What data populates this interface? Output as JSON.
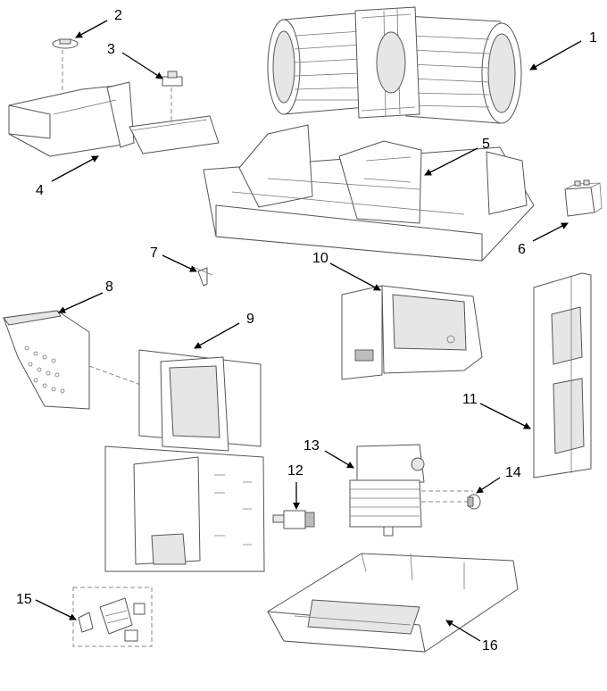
{
  "callouts": [
    {
      "id": "callout-1",
      "number": "1"
    },
    {
      "id": "callout-2",
      "number": "2"
    },
    {
      "id": "callout-3",
      "number": "3"
    },
    {
      "id": "callout-4",
      "number": "4"
    },
    {
      "id": "callout-5",
      "number": "5"
    },
    {
      "id": "callout-6",
      "number": "6"
    },
    {
      "id": "callout-7",
      "number": "7"
    },
    {
      "id": "callout-8",
      "number": "8"
    },
    {
      "id": "callout-9",
      "number": "9"
    },
    {
      "id": "callout-10",
      "number": "10"
    },
    {
      "id": "callout-11",
      "number": "11"
    },
    {
      "id": "callout-12",
      "number": "12"
    },
    {
      "id": "callout-13",
      "number": "13"
    },
    {
      "id": "callout-14",
      "number": "14"
    },
    {
      "id": "callout-15",
      "number": "15"
    },
    {
      "id": "callout-16",
      "number": "16"
    }
  ]
}
